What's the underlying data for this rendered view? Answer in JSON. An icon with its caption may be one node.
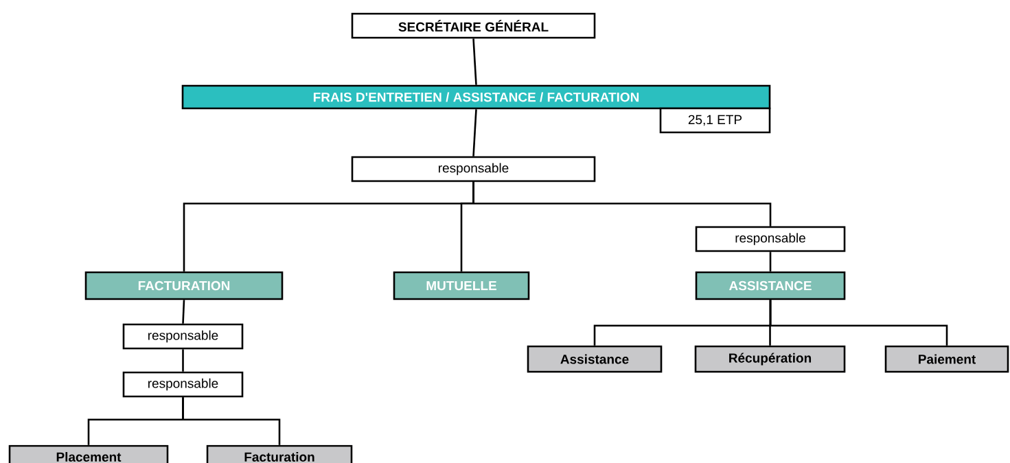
{
  "diagram": {
    "nodes": [
      {
        "text": [
          "SECRÉTAIRE GÉNÉRAL"
        ]
      },
      {
        "text": [
          "FRAIS D'ENTRETIEN / ASSISTANCE / FACTURATION"
        ]
      },
      {
        "text": [
          "25,1 ETP"
        ]
      },
      {
        "text": [
          "responsable"
        ]
      },
      {
        "text": [
          "FACTURATION"
        ]
      },
      {
        "text": [
          "MUTUELLE"
        ]
      },
      {
        "text": [
          "responsable"
        ]
      },
      {
        "text": [
          "ASSISTANCE"
        ]
      },
      {
        "text": [
          "responsable"
        ]
      },
      {
        "text": [
          "responsable"
        ]
      },
      {
        "text": [
          "Placement"
        ]
      },
      {
        "text": [
          "Facturation"
        ]
      },
      {
        "text": [
          "Assistance"
        ]
      },
      {
        "text": [
          "Récupération"
        ]
      },
      {
        "text": [
          "Paiement"
        ]
      }
    ],
    "edges": [
      {
        "from": 0,
        "to": 1,
        "arrow": "none"
      },
      {
        "from": 1,
        "to": 3,
        "arrow": "none"
      },
      {
        "from": 3,
        "to": 4,
        "arrow": "none"
      },
      {
        "from": 3,
        "to": 5,
        "arrow": "none"
      },
      {
        "from": 3,
        "to": 6,
        "arrow": "none"
      },
      {
        "from": 6,
        "to": 7,
        "arrow": "none"
      },
      {
        "from": 4,
        "to": 8,
        "arrow": "none"
      },
      {
        "from": 8,
        "to": 9,
        "arrow": "none"
      },
      {
        "from": 9,
        "to": 10,
        "arrow": "none"
      },
      {
        "from": 9,
        "to": 11,
        "arrow": "none"
      },
      {
        "from": 7,
        "to": 12,
        "arrow": "none"
      },
      {
        "from": 7,
        "to": 13,
        "arrow": "none"
      },
      {
        "from": 7,
        "to": 14,
        "arrow": "none"
      }
    ]
  }
}
